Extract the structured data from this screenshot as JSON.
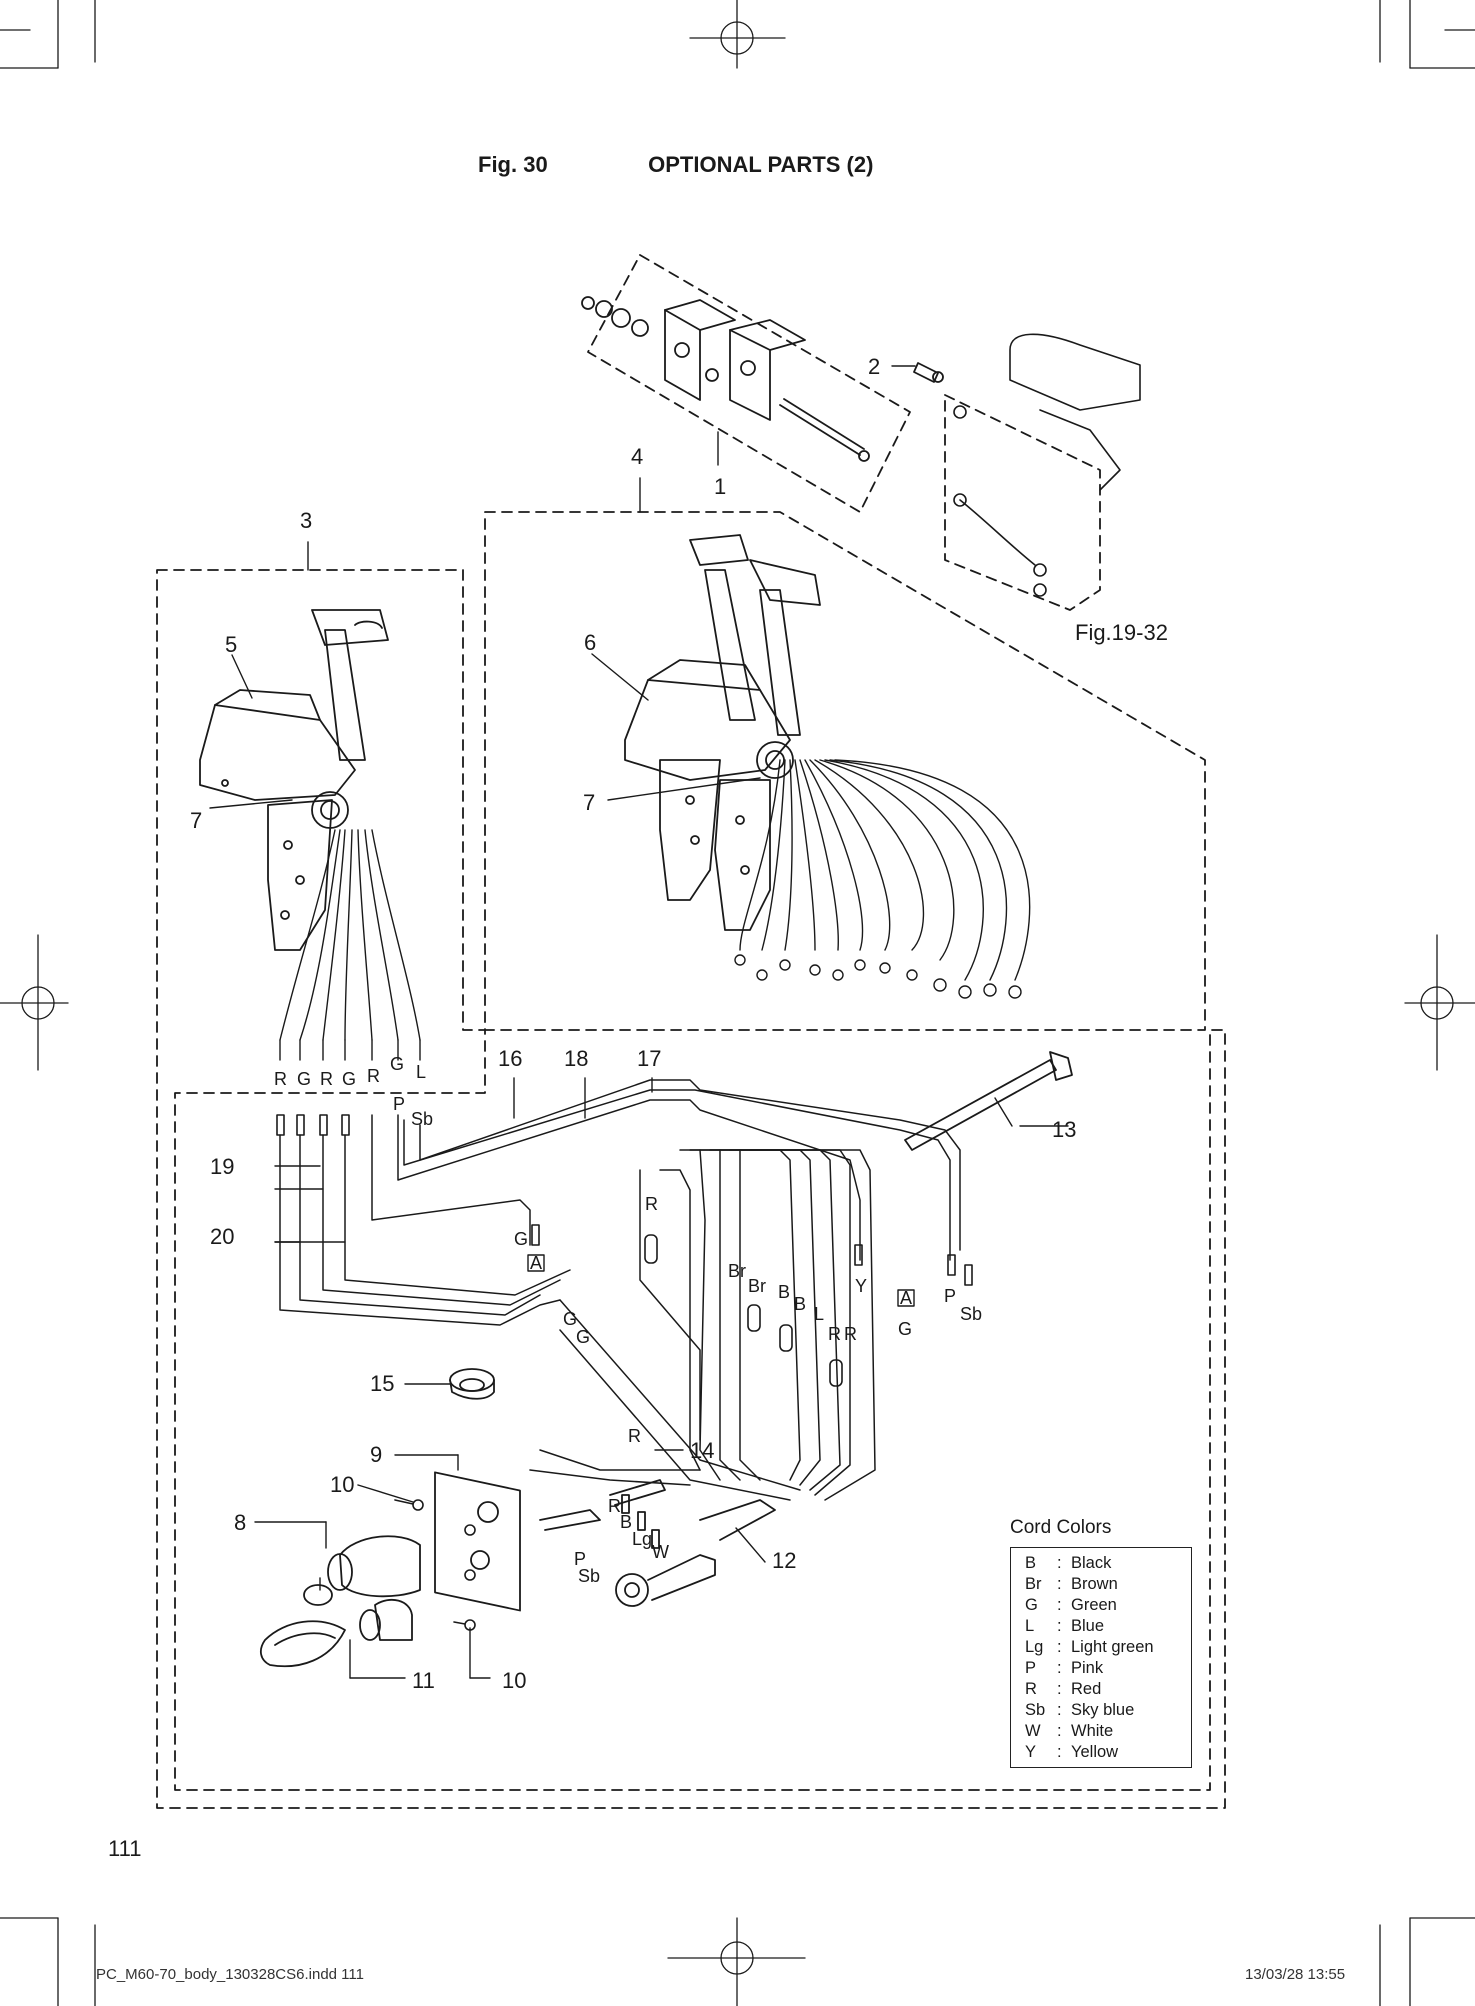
{
  "header": {
    "figure_number": "Fig. 30",
    "figure_title": "OPTIONAL PARTS (2)"
  },
  "callouts": {
    "c1": "1",
    "c2": "2",
    "c3": "3",
    "c4": "4",
    "c5": "5",
    "c6": "6",
    "c7a": "7",
    "c7b": "7",
    "c8": "8",
    "c9": "9",
    "c10a": "10",
    "c10b": "10",
    "c11": "11",
    "c12": "12",
    "c13": "13",
    "c14": "14",
    "c15": "15",
    "c16": "16",
    "c17": "17",
    "c18": "18",
    "c19": "19",
    "c20": "20"
  },
  "reference": "Fig.19-32",
  "wire_tags": {
    "single_lever": [
      "R",
      "G",
      "R",
      "G",
      "R",
      "G",
      "L",
      "P",
      "Sb"
    ],
    "harness_left": [
      "G",
      "G",
      "G",
      "R"
    ],
    "harness_right": [
      "R",
      "Br",
      "Br",
      "B",
      "B",
      "L",
      "R",
      "R",
      "Y",
      "P",
      "Sb",
      "G"
    ],
    "plug": [
      "R",
      "B",
      "Lg",
      "W",
      "P",
      "Sb"
    ],
    "connector_marks": [
      "A",
      "A"
    ]
  },
  "legend": {
    "title": "Cord Colors",
    "entries": [
      {
        "code": "B",
        "name": "Black"
      },
      {
        "code": "Br",
        "name": "Brown"
      },
      {
        "code": "G",
        "name": "Green"
      },
      {
        "code": "L",
        "name": "Blue"
      },
      {
        "code": "Lg",
        "name": "Light green"
      },
      {
        "code": "P",
        "name": "Pink"
      },
      {
        "code": "R",
        "name": "Red"
      },
      {
        "code": "Sb",
        "name": "Sky blue"
      },
      {
        "code": "W",
        "name": "White"
      },
      {
        "code": "Y",
        "name": "Yellow"
      }
    ]
  },
  "page_number": "111",
  "footer": {
    "file": "PC_M60-70_body_130328CS6.indd   111",
    "stamp": "13/03/28   13:55"
  },
  "colors": {
    "ink": "#1a1a1a",
    "paper": "#ffffff"
  }
}
